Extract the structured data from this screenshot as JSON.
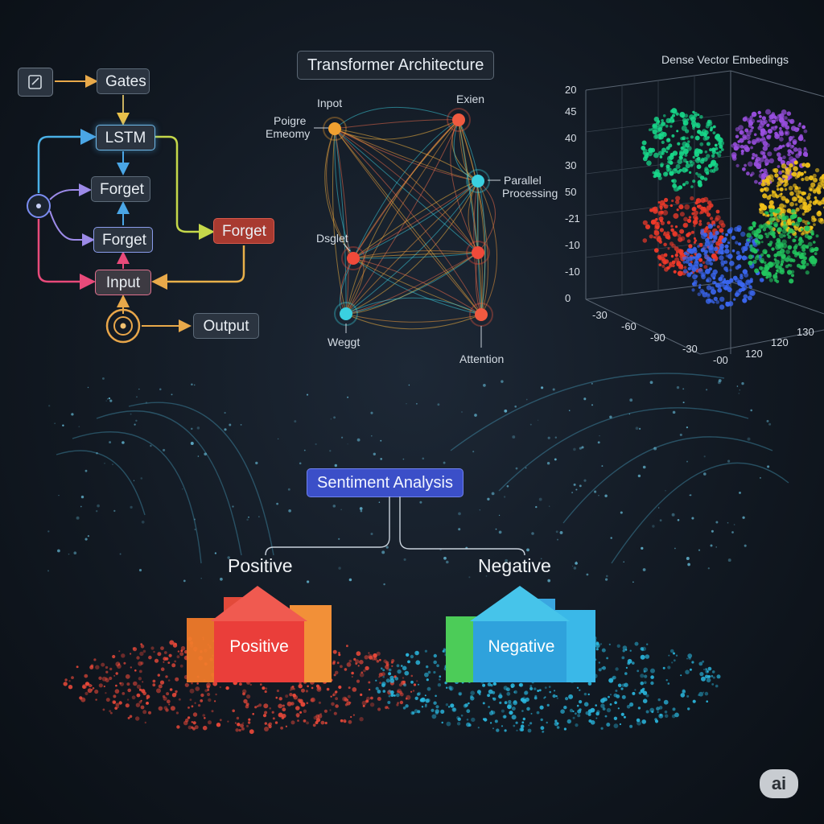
{
  "lstm": {
    "gates": "Gates",
    "lstm": "LSTM",
    "forget1": "Forget",
    "forget2": "Forget",
    "forget_red": "Forget",
    "input": "Input",
    "output": "Output"
  },
  "transformer": {
    "title": "Transformer Architecture",
    "labels": {
      "input": "Inpot",
      "pos1": "Poigre",
      "pos2": "Emeomy",
      "exien": "Exien",
      "parallel1": "Parallel",
      "parallel2": "Processing",
      "deglet": "Dsglet",
      "weight": "Weggt",
      "attention": "Attention"
    }
  },
  "embeddings": {
    "title": "Dense Vector Embedings",
    "y_ticks": [
      "20",
      "45",
      "40",
      "30",
      "50",
      "-21",
      "-10",
      "-10",
      "0"
    ],
    "x_ticks": [
      "-30",
      "-60",
      "-90",
      "-30",
      "-00"
    ],
    "z_ticks": [
      "120",
      "120",
      "130"
    ],
    "cluster_colors": [
      "#18d88a",
      "#9a4fe0",
      "#f2c21a",
      "#f03a2a",
      "#3a66f0",
      "#22c55e"
    ]
  },
  "sentiment": {
    "title": "Sentiment Analysis",
    "positive_label": "Positive",
    "negative_label": "Negative",
    "positive_block": "Positive",
    "negative_block": "Negative",
    "positive_color": "#f04a3a",
    "negative_color": "#2ab8e0"
  },
  "badge": "ai"
}
